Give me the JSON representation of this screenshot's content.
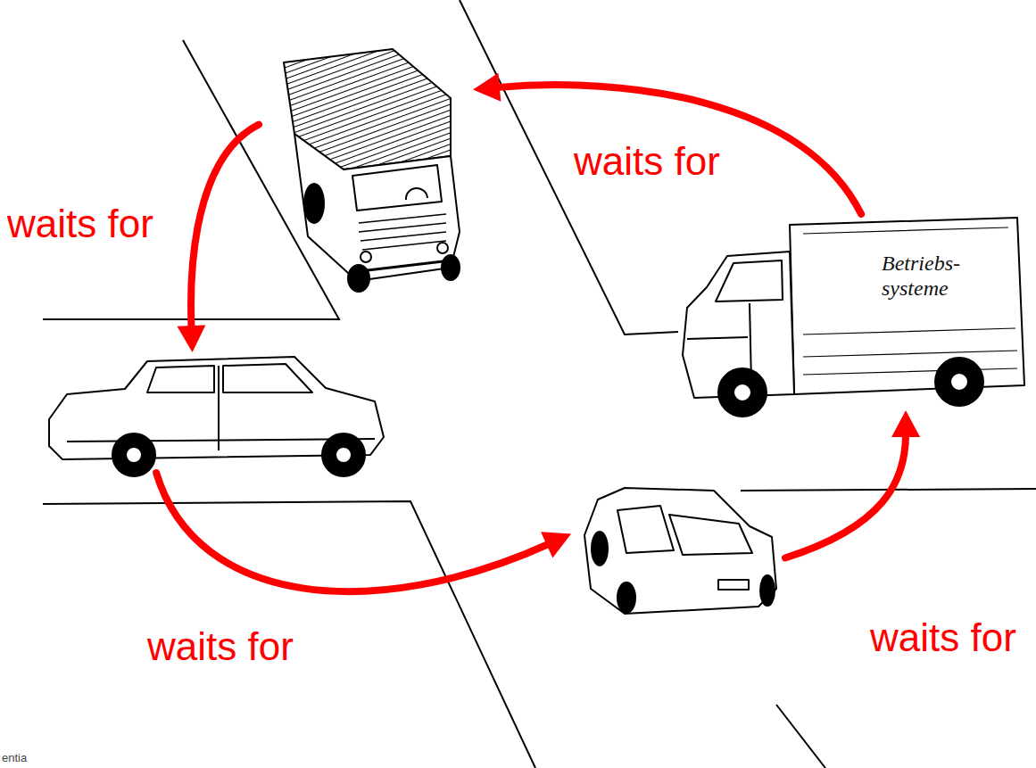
{
  "diagram": {
    "nodes": [
      {
        "text": []
      },
      {
        "text": [
          "Betriebs- systeme"
        ]
      },
      {
        "text": []
      },
      {
        "text": []
      }
    ],
    "edges": [
      {
        "from": 0,
        "to": 2,
        "arrow": "to",
        "label": "waits for"
      },
      {
        "from": 2,
        "to": 3,
        "arrow": "to",
        "label": "waits for"
      },
      {
        "from": 3,
        "to": 1,
        "arrow": "to",
        "label": "waits for"
      },
      {
        "from": 1,
        "to": 0,
        "arrow": "to",
        "label": "waits for"
      }
    ],
    "labels": [
      "entia"
    ]
  }
}
